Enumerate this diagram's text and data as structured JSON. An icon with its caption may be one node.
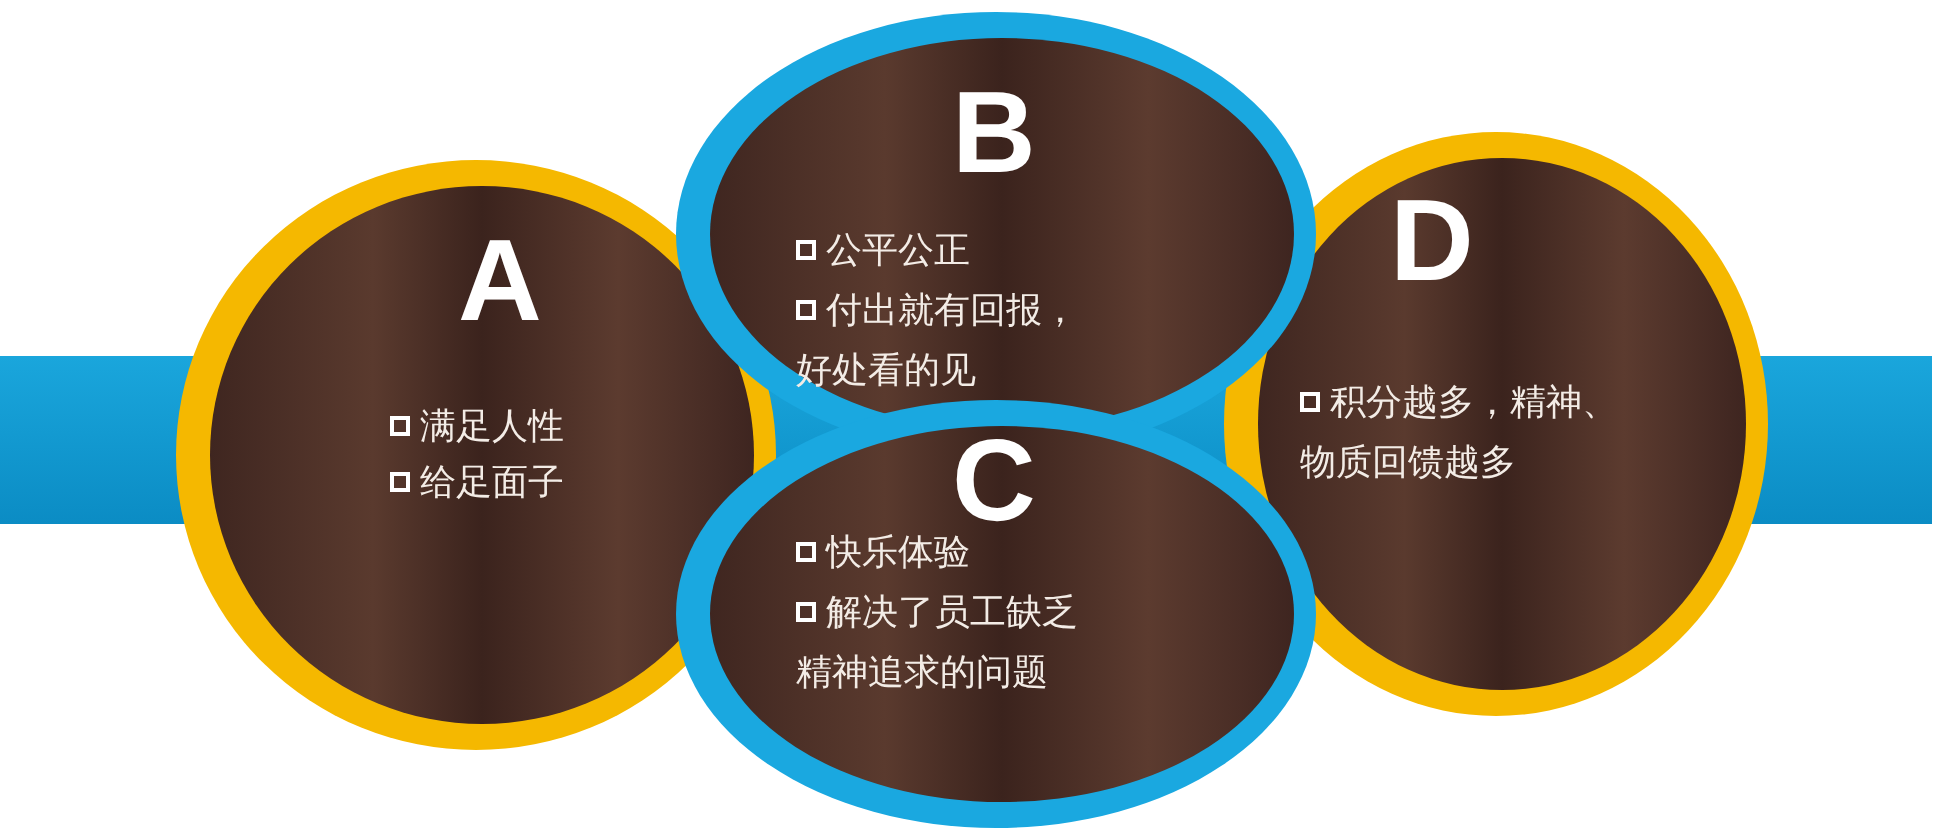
{
  "diagram": {
    "nodes": [
      {
        "text": [
          "A",
          "满足人性",
          "给足面子"
        ]
      },
      {
        "text": [
          "B",
          "公平公正",
          "付出就有回报，好处看的见"
        ]
      },
      {
        "text": [
          "C",
          "快乐体验",
          "解决了员工缺乏精神追求的问题"
        ]
      },
      {
        "text": [
          "D",
          "积分越多，精神、物质回馈越多"
        ]
      }
    ]
  }
}
